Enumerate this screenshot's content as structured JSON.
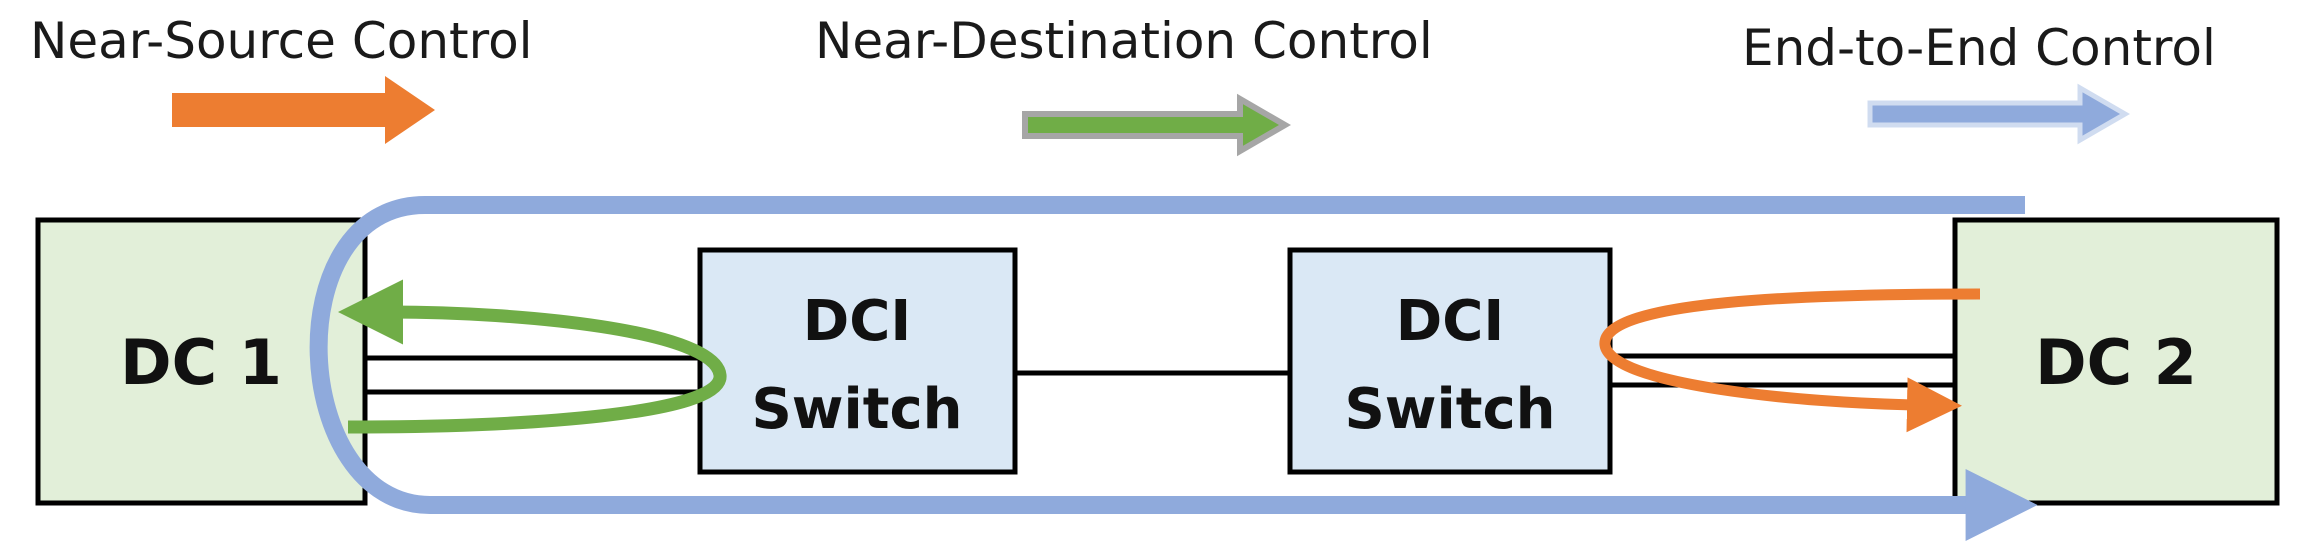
{
  "legend": {
    "near_source": {
      "label": "Near-Source Control",
      "color": "#ED7D31"
    },
    "near_destination": {
      "label": "Near-Destination Control",
      "color": "#70AD47"
    },
    "end_to_end": {
      "label": "End-to-End Control",
      "color": "#8FAADC"
    }
  },
  "nodes": {
    "dc1": {
      "label": "DC 1",
      "fill": "#E2EFD9"
    },
    "switch1": {
      "line1": "DCI",
      "line2": "Switch",
      "fill": "#DAE8F5"
    },
    "switch2": {
      "line1": "DCI",
      "line2": "Switch",
      "fill": "#DAE8F5"
    },
    "dc2": {
      "label": "DC 2",
      "fill": "#E2EFD9"
    }
  },
  "colors": {
    "stroke": "#000000",
    "arrow_outline": "#A6A6A6"
  }
}
